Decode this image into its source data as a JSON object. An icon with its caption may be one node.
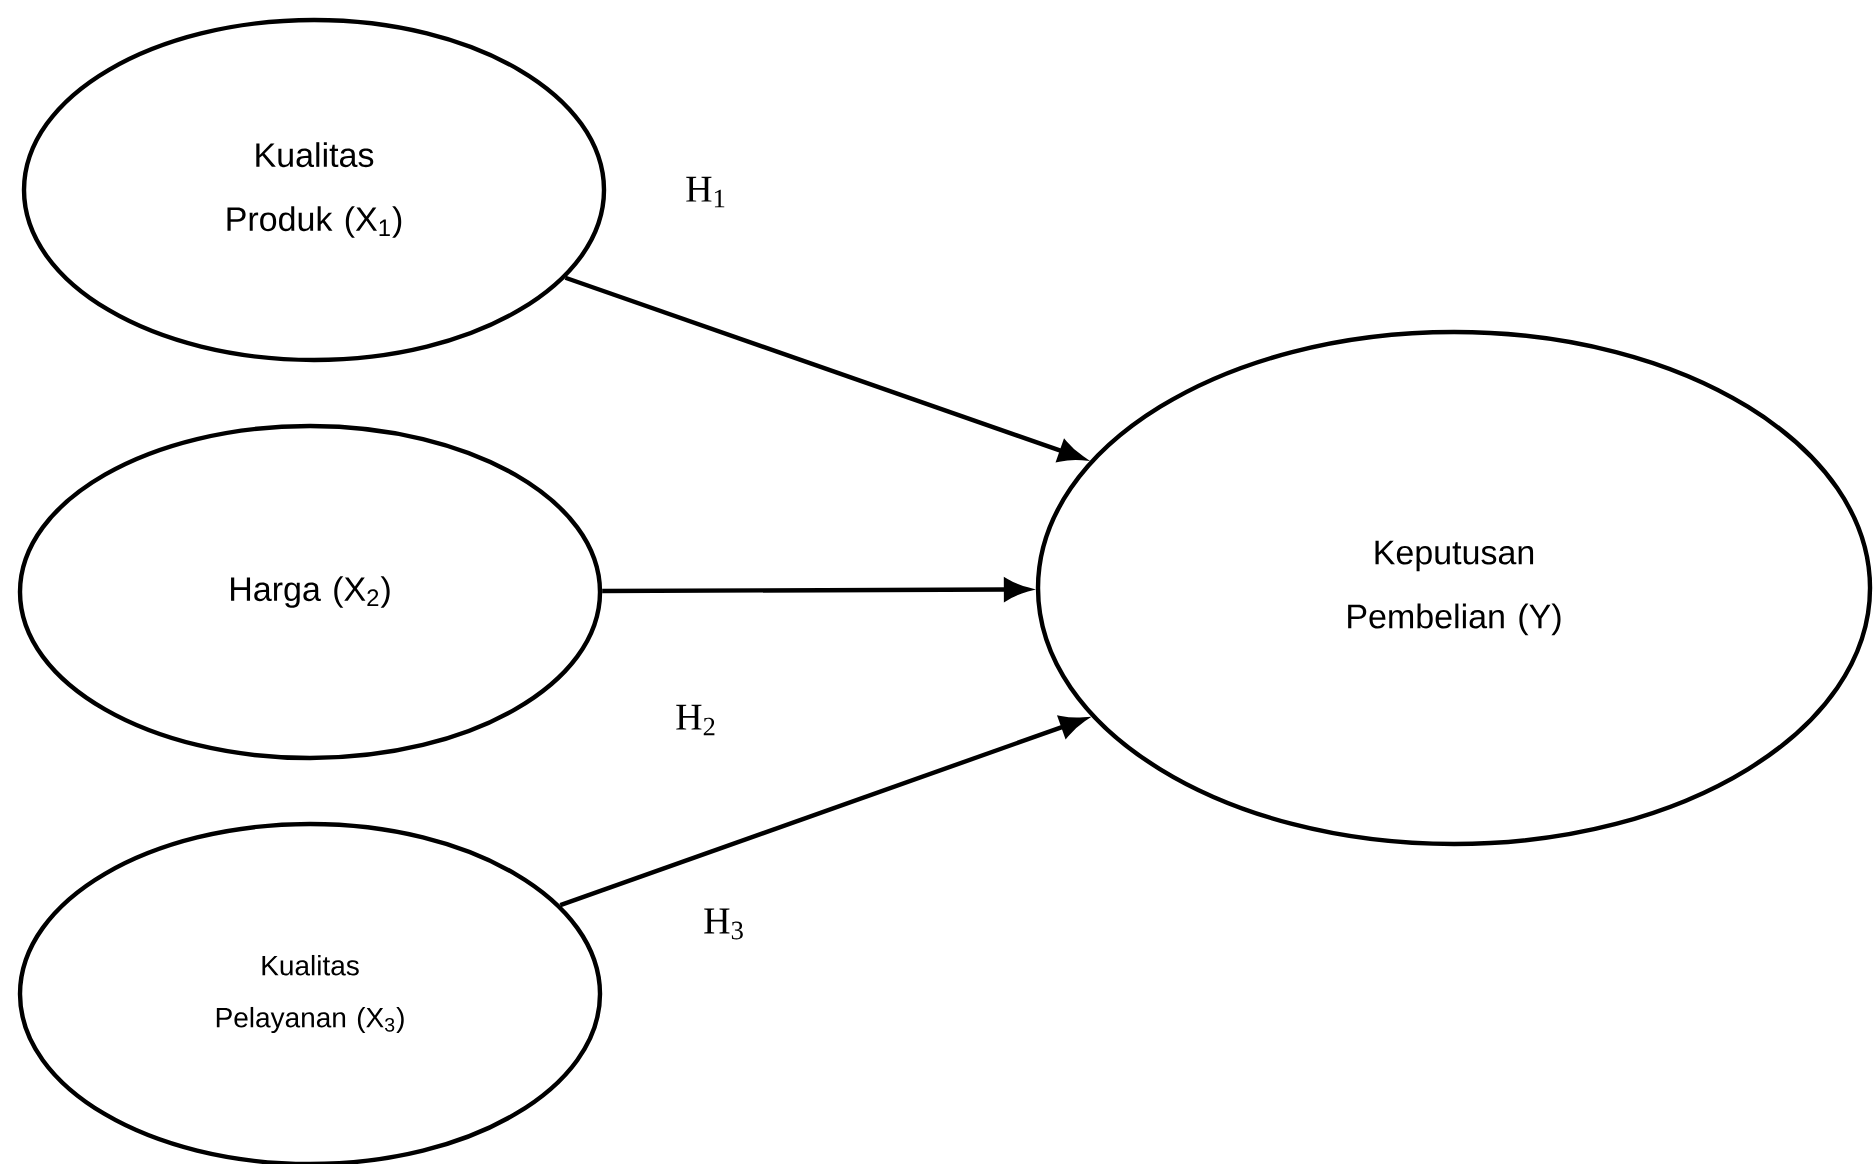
{
  "diagram": {
    "nodes": [
      {
        "text": [
          "Kualitas Produk (X$_{1}$)"
        ]
      },
      {
        "text": [
          "Harga (X$_{2}$)"
        ]
      },
      {
        "text": [
          "Kualitas Pelayanan (X$_{3}$)"
        ]
      },
      {
        "text": [
          "Keputusan Pembelian (Y)"
        ]
      }
    ],
    "edges": [
      {
        "from": 0,
        "to": 3,
        "arrow": "to",
        "label": "H$_{1}$"
      },
      {
        "from": 1,
        "to": 3,
        "arrow": "to",
        "label": "H$_{2}$"
      },
      {
        "from": 2,
        "to": 3,
        "arrow": "to",
        "label": "H$_{3}$"
      }
    ]
  }
}
